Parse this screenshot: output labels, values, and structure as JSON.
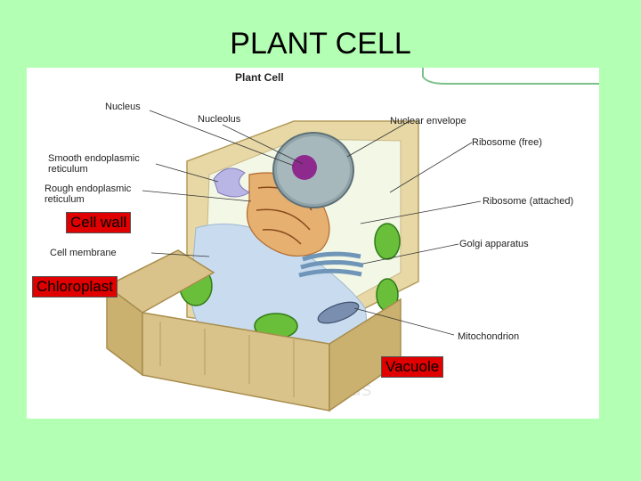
{
  "slide": {
    "title": "PLANT CELL"
  },
  "figure": {
    "heading": "Plant Cell",
    "labels": {
      "nucleus": "Nucleus",
      "nucleolus": "Nucleolus",
      "nuclear_envelope": "Nuclear envelope",
      "smooth_er": "Smooth endoplasmic\nreticulum",
      "ribosome_free": "Ribosome (free)",
      "rough_er": "Rough endoplasmic\nreticulum",
      "ribosome_attached": "Ribosome (attached)",
      "cell_membrane": "Cell membrane",
      "golgi": "Golgi apparatus",
      "mitochondrion": "Mitochondrion"
    },
    "background_text": {
      "nucleus_heading": "Nucleus"
    }
  },
  "callouts": {
    "cell_wall": "Cell wall",
    "chloroplast": "Chloroplast",
    "vacuole": "Vacuole"
  },
  "colors": {
    "background": "#b3ffb3",
    "callout_fill": "#e00000",
    "cell_wall": "#d9c38a",
    "chloroplast": "#6abf3a",
    "vacuole": "#c9dcef",
    "nucleus": "#8fa3a8",
    "nucleolus": "#8e2a8e"
  }
}
